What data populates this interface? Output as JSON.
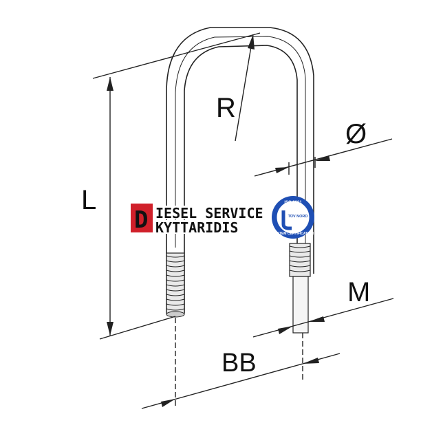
{
  "diagram": {
    "labels": {
      "radius": "R",
      "diameter": "Ø",
      "length": "L",
      "thread": "M",
      "bolt_spacing": "BB"
    }
  },
  "watermark": {
    "logo_letter": "D",
    "line1": "IESEL  SERVICE",
    "line2": "KYTTARIDIS",
    "badge_text": [
      "ISO 9001",
      "TÜV NORD",
      "SYSTEM CERTIFICATION"
    ],
    "colors": {
      "logo_red": "#d0202a",
      "badge_blue": "#1f4fb4",
      "ink": "#111111"
    }
  }
}
